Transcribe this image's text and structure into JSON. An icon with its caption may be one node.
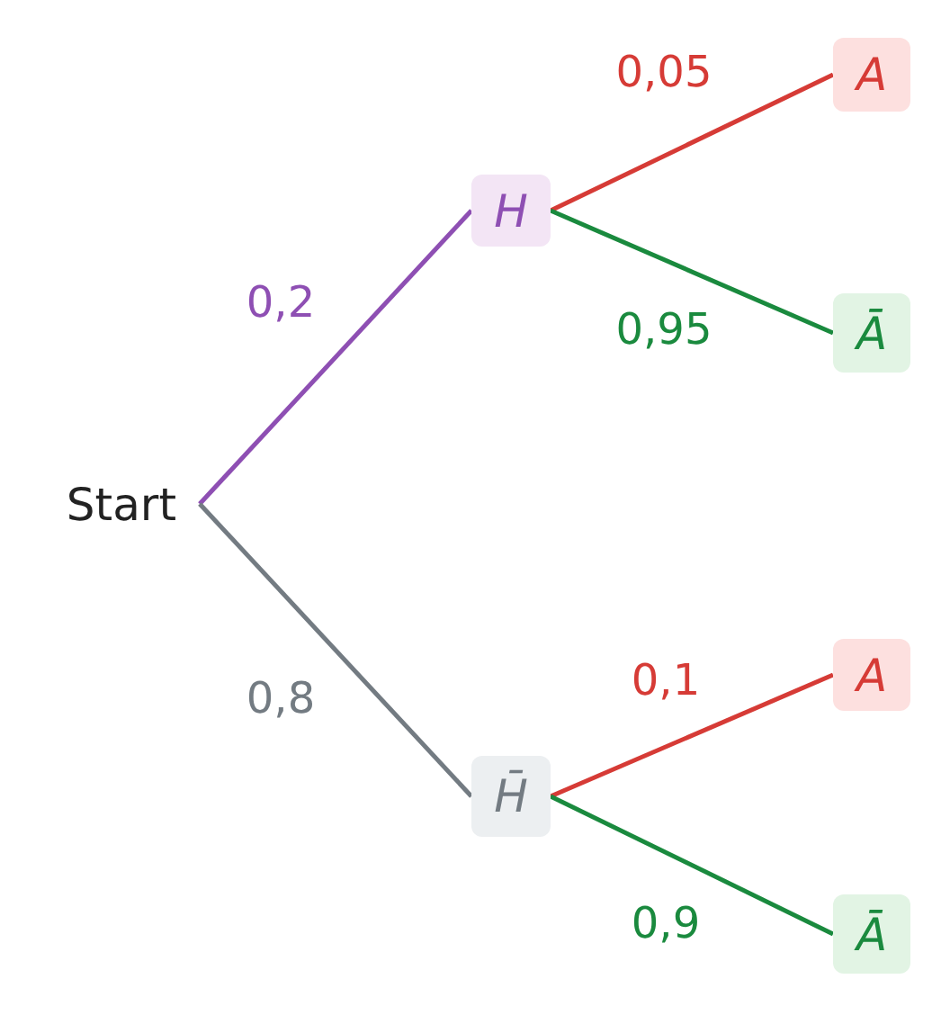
{
  "diagram": {
    "nodes": [
      {
        "text": [
          "Start"
        ]
      },
      {
        "text": [
          "H"
        ]
      },
      {
        "text": [
          "H̄"
        ]
      },
      {
        "text": [
          "A"
        ]
      },
      {
        "text": [
          "Ā"
        ]
      },
      {
        "text": [
          "A"
        ]
      },
      {
        "text": [
          "Ā"
        ]
      }
    ],
    "edges": [
      {
        "from": 0,
        "to": 1,
        "arrow": "none",
        "label": "0,2",
        "color": "#8e4fb3"
      },
      {
        "from": 0,
        "to": 2,
        "arrow": "none",
        "label": "0,8",
        "color": "#737b82"
      },
      {
        "from": 1,
        "to": 3,
        "arrow": "none",
        "label": "0,05",
        "color": "#d63b36"
      },
      {
        "from": 1,
        "to": 4,
        "arrow": "none",
        "label": "0,95",
        "color": "#1a8a3e"
      },
      {
        "from": 2,
        "to": 5,
        "arrow": "none",
        "label": "0,1",
        "color": "#d63b36"
      },
      {
        "from": 2,
        "to": 6,
        "arrow": "none",
        "label": "0,9",
        "color": "#1a8a3e"
      }
    ]
  }
}
